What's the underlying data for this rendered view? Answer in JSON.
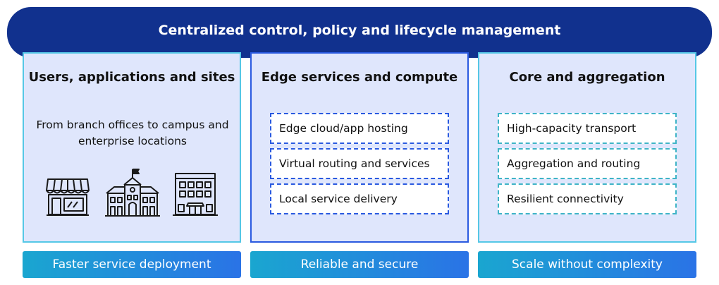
{
  "banner": {
    "text": "Centralized control, policy and lifecycle management"
  },
  "columns": [
    {
      "title": "Users, applications and sites",
      "subtitle_lines": [
        "From branch offices to campus and",
        "enterprise locations"
      ],
      "icons": [
        "storefront-icon",
        "school-building-icon",
        "office-building-icon"
      ]
    },
    {
      "title": "Edge services and compute",
      "items": [
        "Edge cloud/app hosting",
        "Virtual routing and services",
        "Local service delivery"
      ]
    },
    {
      "title": "Core and aggregation",
      "items": [
        "High-capacity transport",
        "Aggregation and routing",
        "Resilient connectivity"
      ]
    }
  ],
  "benefits": [
    "Faster service deployment",
    "Reliable and secure",
    "Scale without complexity"
  ],
  "colors": {
    "banner": "#11318e",
    "panel": "#dfe6fc",
    "accent_cyan": "#55c7e6",
    "accent_blue": "#2a5ae0",
    "pill_start": "#1aa6d0",
    "pill_end": "#2a73e6"
  }
}
